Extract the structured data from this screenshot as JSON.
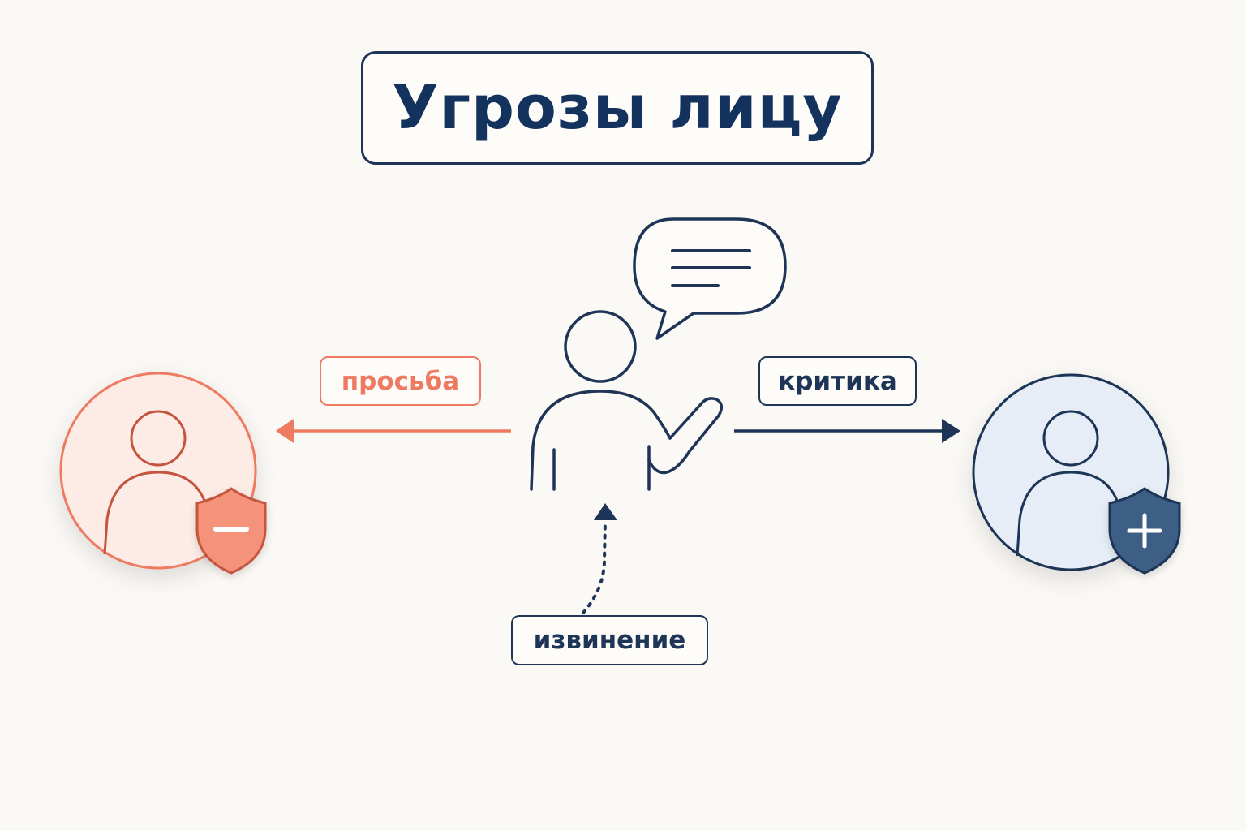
{
  "title": "Угрозы лицу",
  "labels": {
    "request": "просьба",
    "critique": "критика",
    "apology": "извинение"
  },
  "icons": {
    "speaker": "person-speaking-icon",
    "speech": "speech-bubble-icon",
    "left_person": "person-icon",
    "left_badge": "shield-minus-icon",
    "right_person": "person-icon",
    "right_badge": "shield-plus-icon"
  },
  "colors": {
    "navy": "#1e3557",
    "coral": "#ee7a62",
    "coral_fill": "#fdece6",
    "blue_fill": "#e6edf6",
    "shield_coral": "#f5937a",
    "shield_navy": "#3e5f86",
    "background": "#fbf9f5"
  }
}
